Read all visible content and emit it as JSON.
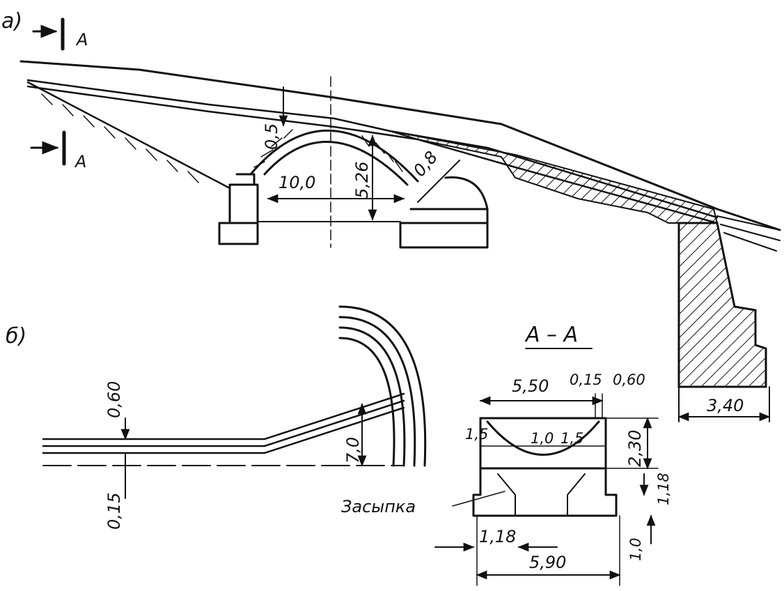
{
  "diagram": {
    "part_a": {
      "label": "а)",
      "section_mark": "A",
      "dims": {
        "span": "10,0",
        "rise": "5,26",
        "crown_fill": "0,5",
        "arch_thickness": "0,8",
        "wall_base": "3,40"
      }
    },
    "part_b": {
      "label": "б)",
      "dims": {
        "top_layer": "0,60",
        "bottom_layer": "0,15",
        "height": "7,0"
      }
    },
    "section_aa": {
      "title": "A – A",
      "dims": {
        "width_top": "5,50",
        "d_015": "0,15",
        "d_060": "0,60",
        "left_15": "1,5",
        "mid_10": "1,0",
        "mid_15": "1,5",
        "height_230": "2,30",
        "step_118": "1,18",
        "bottom_118": "1,18",
        "base_width": "5,90",
        "base_height": "1,0"
      },
      "fill_label": "Засыпка"
    },
    "colors": {
      "ink": "#111111",
      "background": "#ffffff"
    }
  }
}
